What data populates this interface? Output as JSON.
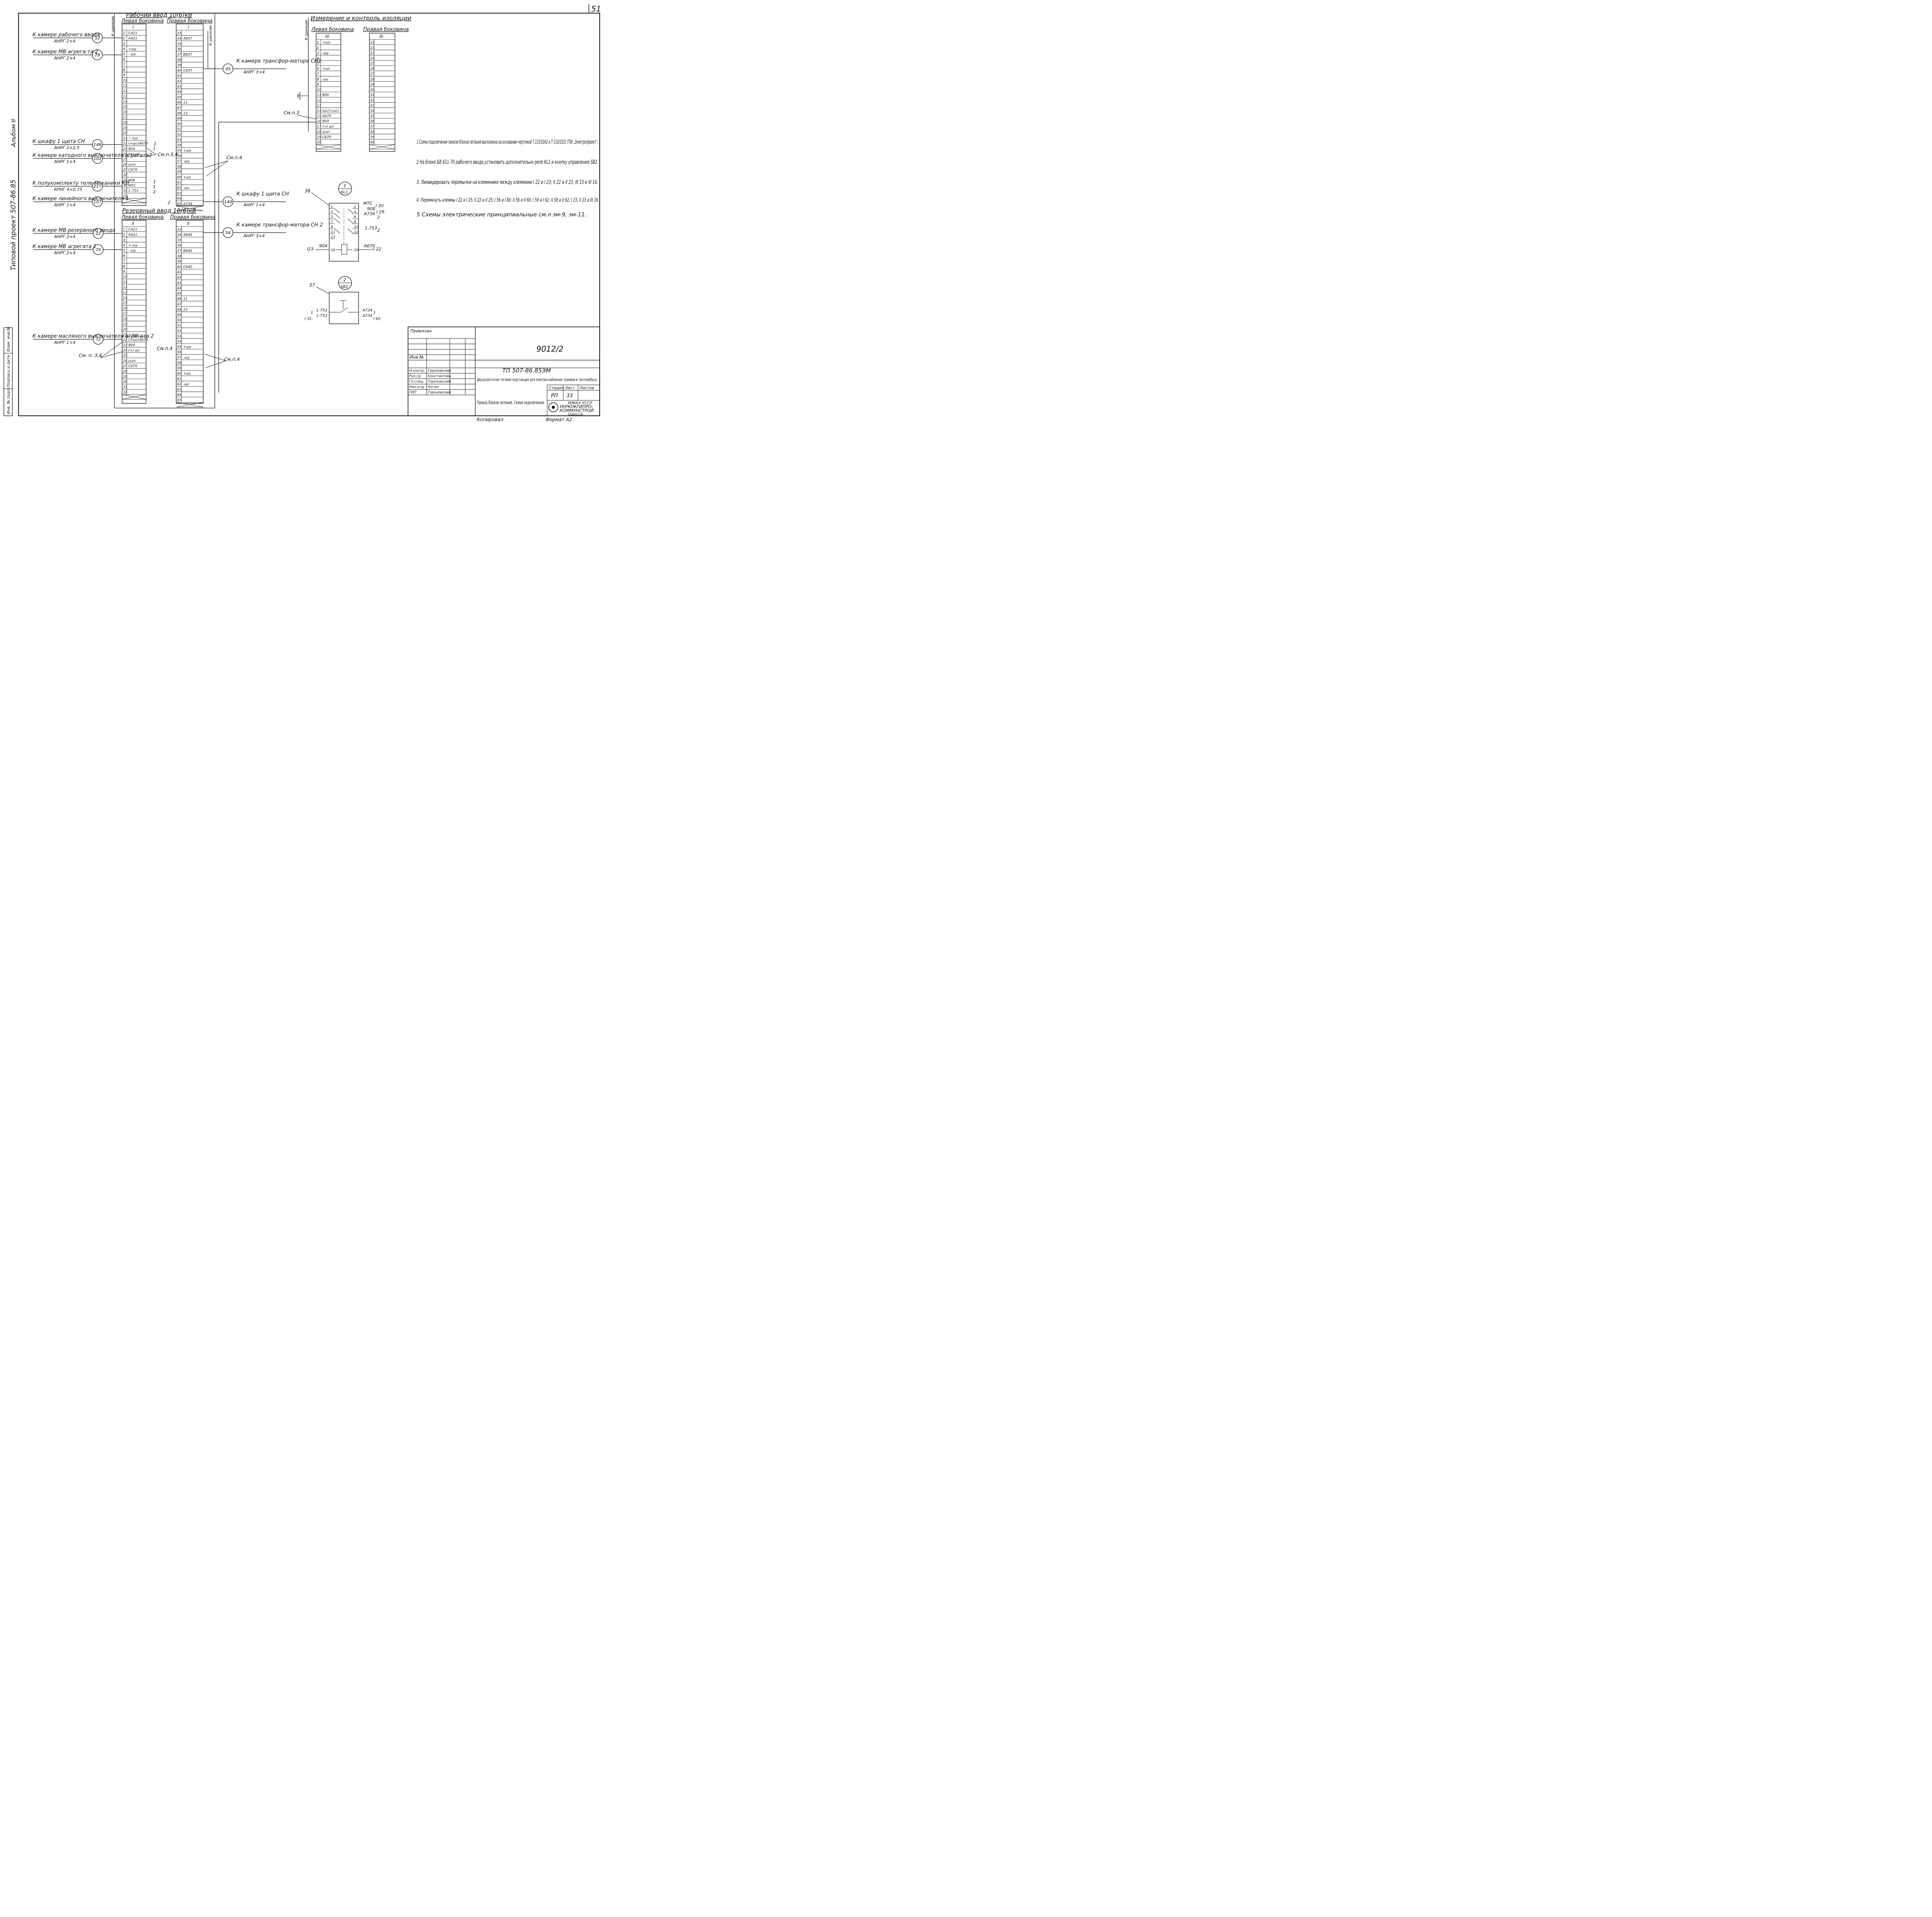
{
  "page": {
    "number": "51"
  },
  "side_labels": {
    "album": "Альбом II",
    "project": "Типовой   проект   507-86.85"
  },
  "left_stamp": [
    "Инв. № подл.",
    "Подпись и дата",
    "Взам. инв.№"
  ],
  "working_input": {
    "title": "Рабочий ввод  10(6)кВ",
    "left_side": "Левая боковина",
    "right_side": "Правая боковина",
    "bus_label": "К шинкам",
    "left_roman": "I",
    "right_roman": "I",
    "left_terminals": [
      {
        "n": "1",
        "label": "С421"
      },
      {
        "n": "2",
        "label": "А421"
      },
      {
        "n": "3",
        "label": ""
      },
      {
        "n": "4",
        "label": "+шу"
      },
      {
        "n": "5",
        "label": "- шу"
      },
      {
        "n": "6",
        "label": ""
      },
      {
        "n": "7",
        "label": ""
      },
      {
        "n": "8",
        "label": ""
      },
      {
        "n": "9",
        "label": ""
      },
      {
        "n": "10",
        "label": ""
      },
      {
        "n": "11",
        "label": ""
      },
      {
        "n": "12",
        "label": ""
      },
      {
        "n": "13",
        "label": ""
      },
      {
        "n": "14",
        "label": ""
      },
      {
        "n": "15",
        "label": ""
      },
      {
        "n": "16",
        "label": ""
      },
      {
        "n": "17",
        "label": ""
      },
      {
        "n": "18",
        "label": ""
      },
      {
        "n": "19",
        "label": ""
      },
      {
        "n": "20",
        "label": ""
      },
      {
        "n": "21",
        "label": "~ Iшс"
      },
      {
        "n": "22",
        "label": "(+шс)А670"
      },
      {
        "n": "23",
        "label": "904"
      },
      {
        "n": "24",
        "label": "(+) шс"
      },
      {
        "n": "25",
        "label": ""
      },
      {
        "n": "26",
        "label": "шзп"
      },
      {
        "n": "27",
        "label": "С670"
      },
      {
        "n": "28",
        "label": ""
      },
      {
        "n": "29",
        "label": "908"
      },
      {
        "n": "30",
        "label": "МТС"
      },
      {
        "n": "31",
        "label": "1-753"
      },
      {
        "n": "32",
        "label": ""
      }
    ],
    "right_terminals": [
      {
        "n": "33",
        "label": ""
      },
      {
        "n": "34",
        "label": "А657"
      },
      {
        "n": "35",
        "label": ""
      },
      {
        "n": "36",
        "label": ""
      },
      {
        "n": "37",
        "label": "В657"
      },
      {
        "n": "38",
        "label": ""
      },
      {
        "n": "39",
        "label": ""
      },
      {
        "n": "40",
        "label": "С657"
      },
      {
        "n": "41",
        "label": ""
      },
      {
        "n": "42",
        "label": ""
      },
      {
        "n": "43",
        "label": ""
      },
      {
        "n": "44",
        "label": ""
      },
      {
        "n": "45",
        "label": ""
      },
      {
        "n": "46",
        "label": "11"
      },
      {
        "n": "47",
        "label": ""
      },
      {
        "n": "48",
        "label": "12"
      },
      {
        "n": "49",
        "label": ""
      },
      {
        "n": "50",
        "label": ""
      },
      {
        "n": "51",
        "label": ""
      },
      {
        "n": "52",
        "label": ""
      },
      {
        "n": "53",
        "label": ""
      },
      {
        "n": "54",
        "label": ""
      },
      {
        "n": "55",
        "label": "+шу"
      },
      {
        "n": "56",
        "label": ""
      },
      {
        "n": "57",
        "label": "-шу"
      },
      {
        "n": "58",
        "label": ""
      },
      {
        "n": "59",
        "label": ""
      },
      {
        "n": "60",
        "label": "+шс"
      },
      {
        "n": "61",
        "label": ""
      },
      {
        "n": "62",
        "label": "-шс"
      },
      {
        "n": "63",
        "label": ""
      },
      {
        "n": "64",
        "label": ""
      },
      {
        "n": "65",
        "label": "А734"
      }
    ],
    "cables_left": [
      {
        "text": "К камере рабочего ввода",
        "cable": "АНРГ 2×4",
        "num": "12"
      },
      {
        "text": "К камере МВ агрега-та 2",
        "cable": "АНРГ 2×4",
        "num": "78"
      },
      {
        "text": "К шкафу 1 щита СН",
        "cable": "АНРГ 2×2,5",
        "num": "146"
      },
      {
        "text": "К камере катодного выключателя агрегата2",
        "cable": "АНРГ 1×4",
        "num": "102"
      },
      {
        "text": "К полукомплекту теле-механики КП",
        "cable": "КРНГ 4×0,75",
        "num": "21т"
      },
      {
        "text": "К камере линейного выключателя 1",
        "cable": "АНРГ 1×4",
        "num": "107"
      }
    ],
    "cables_right": [
      {
        "text": "К камере трансфор-матора СН1",
        "cable": "АНРГ 3×4",
        "num": "45"
      },
      {
        "text": "К шкафу 1 щита СН",
        "cable": "АНРГ 1×4",
        "num": "144"
      }
    ],
    "refs": [
      "См.п.3,4",
      "См.п.4"
    ],
    "jumper_marks": [
      "1",
      "1",
      "1",
      "1",
      "2",
      "2"
    ]
  },
  "reserve_input": {
    "title": "Резервный ввод  10(6)кВ",
    "left_side": "Левая боковина",
    "right_side": "Правая боковина",
    "left_roman": "II",
    "right_roman": "II",
    "left_terminals": [
      {
        "n": "1",
        "label": "С421"
      },
      {
        "n": "2",
        "label": "А421"
      },
      {
        "n": "3",
        "label": ""
      },
      {
        "n": "4",
        "label": "+ шу"
      },
      {
        "n": "5",
        "label": "- шу"
      },
      {
        "n": "6",
        "label": ""
      },
      {
        "n": "7",
        "label": ""
      },
      {
        "n": "8",
        "label": ""
      },
      {
        "n": "9",
        "label": ""
      },
      {
        "n": "10",
        "label": ""
      },
      {
        "n": "11",
        "label": ""
      },
      {
        "n": "12",
        "label": ""
      },
      {
        "n": "13",
        "label": ""
      },
      {
        "n": "14",
        "label": ""
      },
      {
        "n": "15",
        "label": ""
      },
      {
        "n": "16",
        "label": ""
      },
      {
        "n": "17",
        "label": ""
      },
      {
        "n": "18",
        "label": ""
      },
      {
        "n": "19",
        "label": ""
      },
      {
        "n": "20",
        "label": ""
      },
      {
        "n": "21",
        "label": "~ Iшс"
      },
      {
        "n": "22",
        "label": "(+шс)А670"
      },
      {
        "n": "23",
        "label": "904"
      },
      {
        "n": "24",
        "label": "(+) шс"
      },
      {
        "n": "25",
        "label": ""
      },
      {
        "n": "26",
        "label": "шзп"
      },
      {
        "n": "27",
        "label": "С670"
      },
      {
        "n": "28",
        "label": ""
      },
      {
        "n": "29",
        "label": ""
      },
      {
        "n": "30",
        "label": ""
      },
      {
        "n": "31",
        "label": ""
      },
      {
        "n": "32",
        "label": ""
      }
    ],
    "right_terminals": [
      {
        "n": "33",
        "label": ""
      },
      {
        "n": "34",
        "label": "А640"
      },
      {
        "n": "35",
        "label": ""
      },
      {
        "n": "36",
        "label": ""
      },
      {
        "n": "37",
        "label": "В640"
      },
      {
        "n": "38",
        "label": ""
      },
      {
        "n": "39",
        "label": ""
      },
      {
        "n": "40",
        "label": "С640"
      },
      {
        "n": "41",
        "label": ""
      },
      {
        "n": "42",
        "label": ""
      },
      {
        "n": "43",
        "label": ""
      },
      {
        "n": "44",
        "label": ""
      },
      {
        "n": "45",
        "label": ""
      },
      {
        "n": "46",
        "label": "11"
      },
      {
        "n": "47",
        "label": ""
      },
      {
        "n": "48",
        "label": "12"
      },
      {
        "n": "49",
        "label": ""
      },
      {
        "n": "50",
        "label": ""
      },
      {
        "n": "51",
        "label": ""
      },
      {
        "n": "52",
        "label": ""
      },
      {
        "n": "53",
        "label": ""
      },
      {
        "n": "54",
        "label": ""
      },
      {
        "n": "55",
        "label": "+шу"
      },
      {
        "n": "56",
        "label": ""
      },
      {
        "n": "57",
        "label": "-шу"
      },
      {
        "n": "58",
        "label": ""
      },
      {
        "n": "59",
        "label": ""
      },
      {
        "n": "60",
        "label": "+шс"
      },
      {
        "n": "61",
        "label": ""
      },
      {
        "n": "62",
        "label": "-шс"
      },
      {
        "n": "63",
        "label": ""
      },
      {
        "n": "64",
        "label": ""
      },
      {
        "n": "65",
        "label": ""
      }
    ],
    "cables_left": [
      {
        "text": "К камере МВ резервного ввода",
        "cable": "АНРГ 2×4",
        "num": "22"
      },
      {
        "text": "К камере МВ агрегата 1",
        "cable": "АНРГ 2×4",
        "num": "70"
      },
      {
        "text": "К камере масляного выключателя агрегата 2",
        "cable": "АНРГ 1×4",
        "num": "72"
      }
    ],
    "cables_right": [
      {
        "text": "К камере трансфор-матора СН 2",
        "cable": "АНРГ 3×4",
        "num": "54"
      }
    ],
    "refs": [
      "См. п. 3,4",
      "См.п.4",
      "См.п.4"
    ]
  },
  "insulation": {
    "title": "Измерение и контроль изоляции",
    "left_side": "Левая боковина",
    "right_side": "Правая боковина",
    "bus_label": "К шинкам",
    "roman": "III",
    "ref": "См.п.3",
    "left_terminals": [
      {
        "n": "1",
        "label": "+шу"
      },
      {
        "n": "2",
        "label": ""
      },
      {
        "n": "3",
        "label": "-шу"
      },
      {
        "n": "4",
        "label": ""
      },
      {
        "n": "5",
        "label": ""
      },
      {
        "n": "6",
        "label": "+шс"
      },
      {
        "n": "7",
        "label": ""
      },
      {
        "n": "8",
        "label": "-шс"
      },
      {
        "n": "9",
        "label": ""
      },
      {
        "n": "10",
        "label": ""
      },
      {
        "n": "11",
        "label": "600"
      },
      {
        "n": "12",
        "label": ""
      },
      {
        "n": "13",
        "label": ""
      },
      {
        "n": "14",
        "label": "Iшс(+шс)"
      },
      {
        "n": "15",
        "label": "А670"
      },
      {
        "n": "16",
        "label": "904"
      },
      {
        "n": "17",
        "label": "(+) шс"
      },
      {
        "n": "18",
        "label": "шзп"
      },
      {
        "n": "19",
        "label": "С670"
      },
      {
        "n": "20",
        "label": ""
      }
    ],
    "right_terminals": [
      "21",
      "22",
      "23",
      "24",
      "25",
      "26",
      "27",
      "28",
      "29",
      "30",
      "31",
      "32",
      "33",
      "34",
      "35",
      "36",
      "37",
      "38",
      "39",
      "40"
    ]
  },
  "notes": [
    "1 Схема подключения панели блоков питания выполнена на основании чертежей Т-110/1042 и Т-110/1031 ГПИ „Электропроект\".",
    "2 На блоке БВ 611-70 рабочего ввода установить дополнительно реле KL1 и кнопку управления SB2.",
    "3. Ликвидировать перемычки на клеммнике между клеммами I 22 и I 23; II 22 и II 23; III 15 и III 16.",
    "4. Перемкнуть клеммы I 22 и I 25; II 22 и II 25; I 56 и I 60; II 56 и II 60; I 58 и I 62; II 58 и II 62; I 23, II 23 и III 16",
    "5 Схемы электрические принципиальные см.л эм-9, эм-11."
  ],
  "relay": {
    "circle_top": "1",
    "circle_bottom": "KL1",
    "lead": "38",
    "pins_left": [
      "1",
      "3",
      "5",
      "7",
      "9",
      "11",
      "13"
    ],
    "pins_right": [
      "2",
      "4",
      "6",
      "8",
      "10",
      "12"
    ],
    "coil_left_pin": "19",
    "coil_right_pin": "20",
    "wires": [
      "МТС",
      "I 30",
      "908",
      "I 29",
      "А734",
      "2",
      "1-753",
      "2",
      "I23",
      "904",
      "А670",
      "I 22"
    ]
  },
  "button": {
    "circle_top": "2",
    "circle_bottom": "SB2",
    "lead": "37",
    "wires": [
      "1-753",
      "1-753",
      "I 31",
      "1",
      "А734",
      "А734",
      "1",
      "I 65"
    ]
  },
  "title_block": {
    "bound": "Привязан",
    "inv": "Инв.№",
    "doc_number": "9012/2",
    "code": "ТП 507-86.85ЭМ",
    "title": "Двухагрегатная тяговая подстанция для электроснабжения трамвая и троллейбуса.",
    "sheet_title": "Панель блоков питания. Схема подключения.",
    "roles": [
      {
        "role": "Н.контр.",
        "name": "Гороховский"
      },
      {
        "role": "Рук.гр.",
        "name": "Константова"
      },
      {
        "role": "Гл.спец.",
        "name": "Гороховский"
      },
      {
        "role": "Нач.отд.",
        "name": "Коган"
      },
      {
        "role": "ГИП",
        "name": "Гороховский"
      }
    ],
    "stage_label": "Стадия",
    "stage": "РП",
    "sheet_label": "Лист",
    "sheet": "33",
    "sheets_label": "Листов",
    "sheets": "",
    "org": [
      "МЖКХ УССР",
      "УКРЮЖГИПРО-",
      "КОММУНСТРОЙ",
      "Одесса"
    ],
    "copied": "Копировал",
    "format": "Формат А2"
  }
}
